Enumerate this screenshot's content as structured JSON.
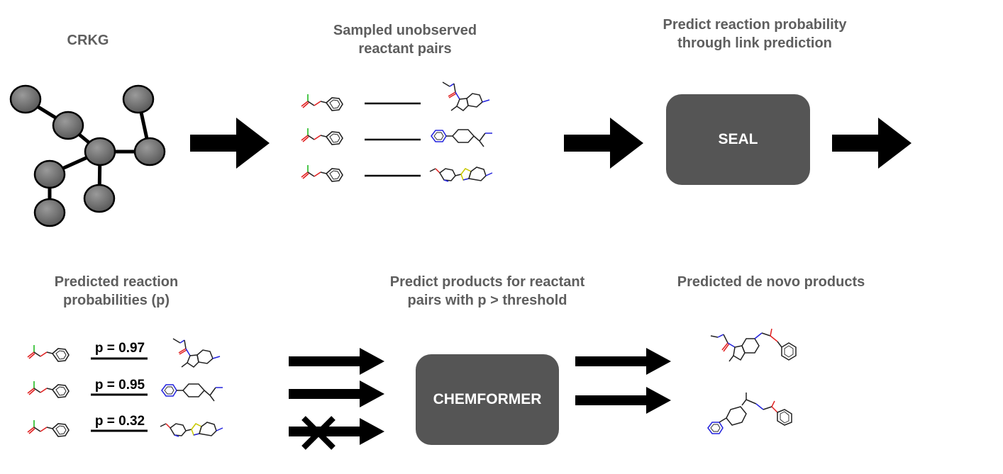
{
  "top": {
    "crkg_title": "CRKG",
    "sampled_title": "Sampled unobserved\nreactant pairs",
    "predict_title": "Predict reaction probability\nthrough link prediction",
    "seal_label": "SEAL"
  },
  "bottom": {
    "probabilities_title": "Predicted reaction\nprobabilities (p)",
    "products_title": "Predict products for reactant\npairs with p > threshold",
    "denovo_title": "Predicted de novo products",
    "chemformer_label": "CHEMFORMER",
    "pairs": [
      {
        "p_label": "p = 0.97",
        "passed": true
      },
      {
        "p_label": "p = 0.95",
        "passed": true
      },
      {
        "p_label": "p = 0.32",
        "passed": false
      }
    ]
  },
  "colors": {
    "title_text": "#5e5e5e",
    "box_fill": "#555555",
    "node_fill": "#6b6b6b",
    "arrow": "#000000",
    "oxygen": "#e02020",
    "chlorine": "#22bb22",
    "nitrogen": "#2222dd",
    "sulfur": "#c8c800"
  }
}
